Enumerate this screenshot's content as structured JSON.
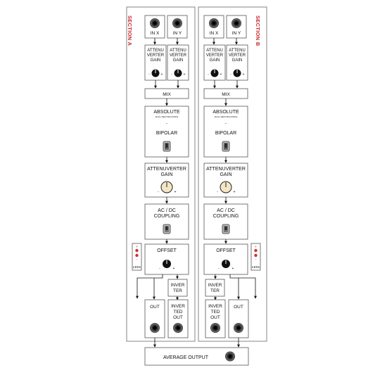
{
  "sections": [
    {
      "title": "SECTION A",
      "in_x": "IN X",
      "in_y": "IN Y",
      "attenuverter_line1": "ATTENU",
      "attenuverter_line2": "VERTER",
      "attenuverter_line3": "GAIN",
      "knob_minus": "-",
      "knob_plus": "+",
      "mix": "MIX",
      "absolute": "ABSOLUTE",
      "absolute_sub": "(FULL RECTIFICATION)",
      "dash": "-",
      "bipolar": "BIPOLAR",
      "gain_line1": "ATTENUVERTER",
      "gain_line2": "GAIN",
      "acdc_line1": "AC / DC",
      "acdc_line2": "COUPLING",
      "offset": "OFFSET",
      "leds_label": "LEDs",
      "led_plus": "+",
      "led_minus": "-",
      "inverter_line1": "INVER",
      "inverter_line2": "TER",
      "out": "OUT",
      "inverted_out_line1": "INVER",
      "inverted_out_line2": "TED",
      "inverted_out_line3": "OUT"
    },
    {
      "title": "SECTION B",
      "in_x": "IN X",
      "in_y": "IN Y",
      "attenuverter_line1": "ATTENU",
      "attenuverter_line2": "VERTER",
      "attenuverter_line3": "GAIN",
      "knob_minus": "-",
      "knob_plus": "+",
      "mix": "MIX",
      "absolute": "ABSOLUTE",
      "absolute_sub": "(FULL RECTIFICATION)",
      "dash": "-",
      "bipolar": "BIPOLAR",
      "gain_line1": "ATTENUVERTER",
      "gain_line2": "GAIN",
      "acdc_line1": "AC / DC",
      "acdc_line2": "COUPLING",
      "offset": "OFFSET",
      "leds_label": "LEDs",
      "led_plus": "+",
      "led_minus": "-",
      "inverter_line1": "INVER",
      "inverter_line2": "TER",
      "out": "OUT",
      "inverted_out_line1": "INVER",
      "inverted_out_line2": "TED",
      "inverted_out_line3": "OUT"
    }
  ],
  "average_output": "AVERAGE OUTPUT",
  "colors": {
    "section_title": "#c62828",
    "led": "#d32f2f",
    "knob_cream": "#f3e6c4",
    "panel_border": "#777777"
  },
  "icons": [
    "jack-icon",
    "knob-icon",
    "toggle-switch-icon",
    "led-icon",
    "arrow-icon"
  ]
}
